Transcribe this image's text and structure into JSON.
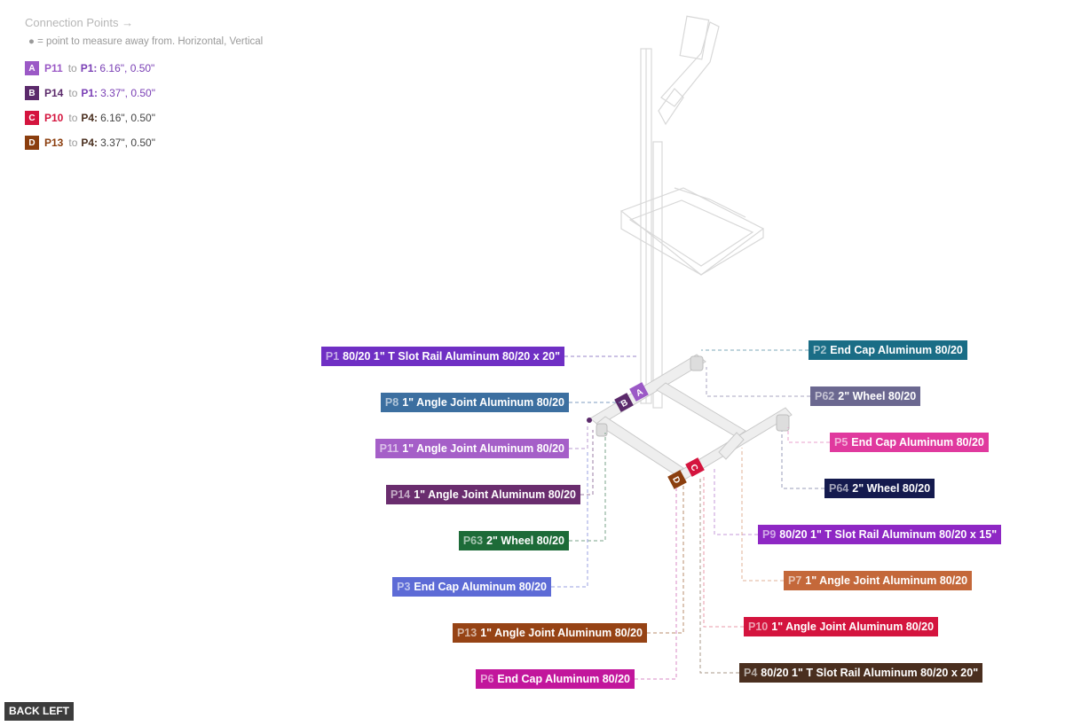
{
  "header": {
    "title": "Connection Points →",
    "hint": "● = point to measure away from. Horizontal, Vertical"
  },
  "connections": [
    {
      "letter": "A",
      "from": "P11",
      "to_word": "to",
      "target": "P1:",
      "value": "6.16\", 0.50\"",
      "color": "#9b59c6",
      "text_color": "#7a3fb5"
    },
    {
      "letter": "B",
      "from": "P14",
      "to_word": "to",
      "target": "P1:",
      "value": "3.37\", 0.50\"",
      "color": "#5b2a6b",
      "text_color": "#7a3fb5"
    },
    {
      "letter": "C",
      "from": "P10",
      "to_word": "to",
      "target": "P4:",
      "value": "6.16\", 0.50\"",
      "color": "#d4143e",
      "text_color": "#444444"
    },
    {
      "letter": "D",
      "from": "P13",
      "to_word": "to",
      "target": "P4:",
      "value": "3.37\", 0.50\"",
      "color": "#8b3e0e",
      "text_color": "#444444"
    }
  ],
  "parts": [
    {
      "id": "P1",
      "name": "80/20 1\" T Slot Rail Aluminum 80/20 x 20\"",
      "color": "#6f2fc4"
    },
    {
      "id": "P8",
      "name": "1\" Angle Joint Aluminum 80/20",
      "color": "#3c6fa0"
    },
    {
      "id": "P11",
      "name": "1\" Angle Joint Aluminum 80/20",
      "color": "#a55fc8"
    },
    {
      "id": "P14",
      "name": "1\" Angle Joint Aluminum 80/20",
      "color": "#6a2d6e"
    },
    {
      "id": "P63",
      "name": "2\" Wheel 80/20",
      "color": "#1d6b38"
    },
    {
      "id": "P3",
      "name": "End Cap Aluminum 80/20",
      "color": "#5d6bd6"
    },
    {
      "id": "P13",
      "name": "1\" Angle Joint Aluminum 80/20",
      "color": "#964315"
    },
    {
      "id": "P6",
      "name": "End Cap Aluminum 80/20",
      "color": "#c2169c"
    },
    {
      "id": "P2",
      "name": "End Cap Aluminum 80/20",
      "color": "#1a6d86"
    },
    {
      "id": "P62",
      "name": "2\" Wheel 80/20",
      "color": "#6b6890"
    },
    {
      "id": "P5",
      "name": "End Cap Aluminum 80/20",
      "color": "#e0399e"
    },
    {
      "id": "P64",
      "name": "2\" Wheel 80/20",
      "color": "#141a4e"
    },
    {
      "id": "P9",
      "name": "80/20 1\" T Slot Rail Aluminum 80/20 x 15\"",
      "color": "#8e27c4"
    },
    {
      "id": "P7",
      "name": "1\" Angle Joint Aluminum 80/20",
      "color": "#c4683a"
    },
    {
      "id": "P10",
      "name": "1\" Angle Joint Aluminum 80/20",
      "color": "#d4143e"
    },
    {
      "id": "P4",
      "name": "80/20 1\" T Slot Rail Aluminum 80/20 x 20\"",
      "color": "#4a2f1f"
    }
  ],
  "view_button": "BACK LEFT"
}
